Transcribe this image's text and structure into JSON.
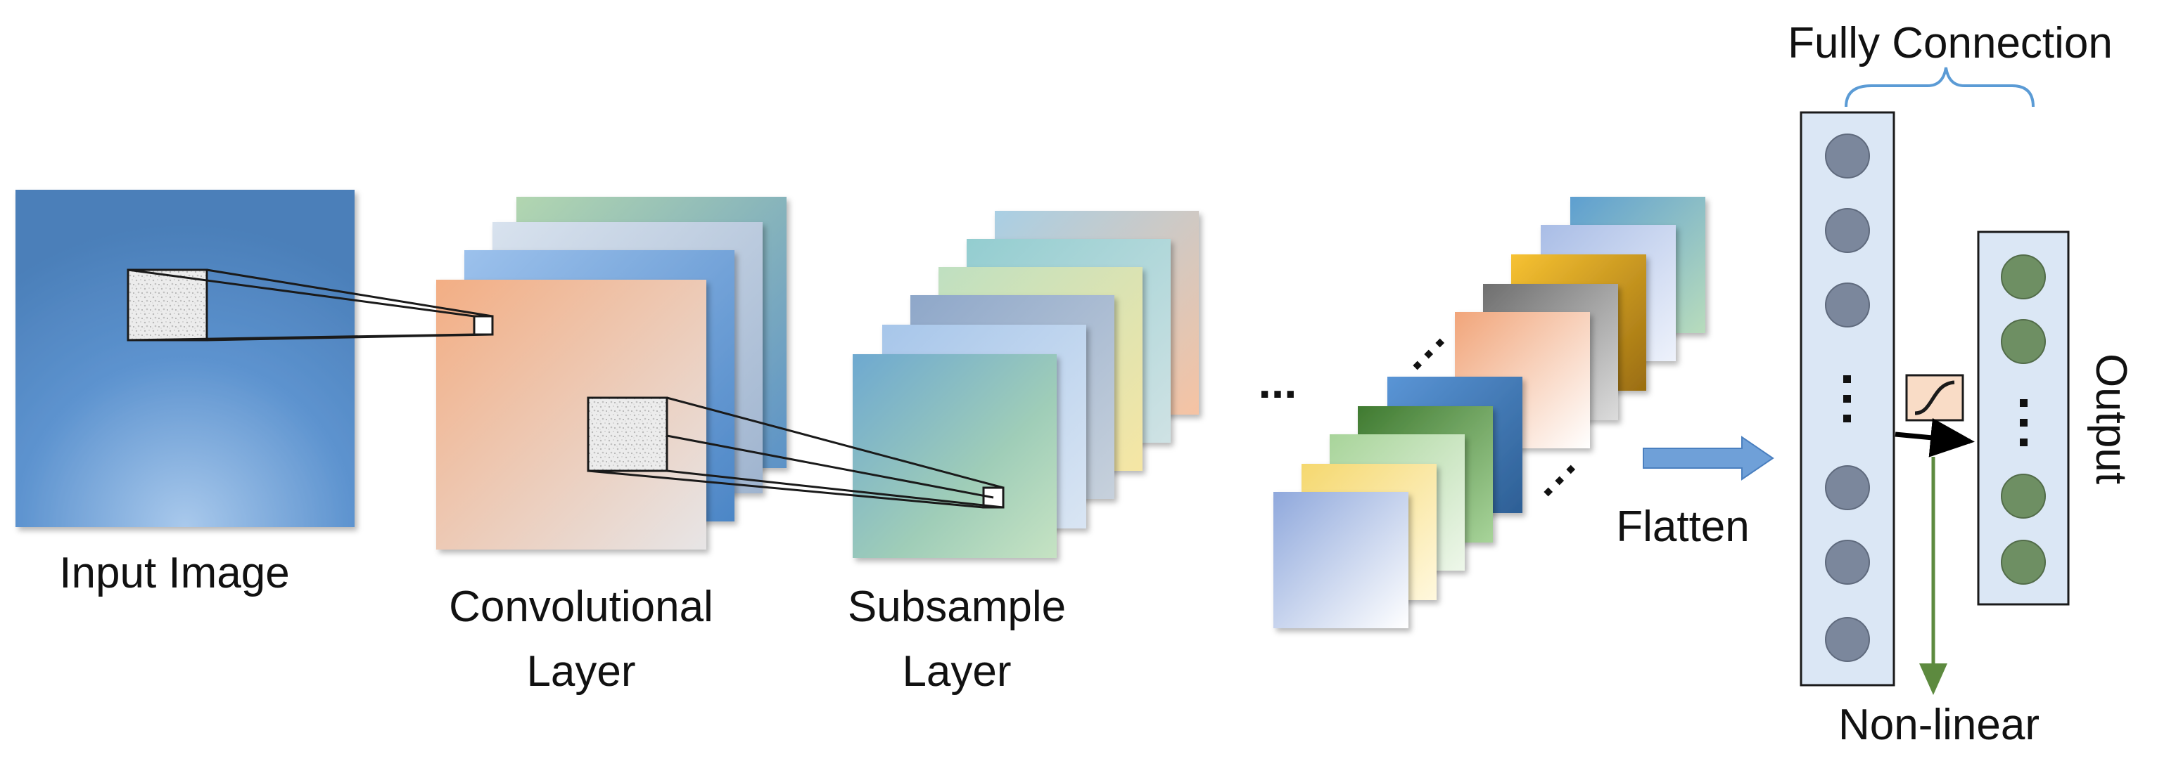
{
  "labels": {
    "input_image": "Input Image",
    "conv_line1": "Convolutional",
    "conv_line2": "Layer",
    "sub_line1": "Subsample",
    "sub_line2": "Layer",
    "flatten": "Flatten",
    "fully_connection": "Fully Connection",
    "non_linear": "Non-linear",
    "output": "Output"
  },
  "ellipsis": "...",
  "colors": {
    "input_blue": "#5b8ec6",
    "fc_panel": "#dbe7f5",
    "fc_node": "#7b879c",
    "output_node": "#6e8f63",
    "arrow_blue": "#6fa0d8",
    "nonlinear_arrow": "#5d8a3f",
    "sigmoid_box": "#f9dcc6",
    "brace": "#5b9bd5"
  },
  "icons": {
    "activation": "sigmoid-icon"
  }
}
